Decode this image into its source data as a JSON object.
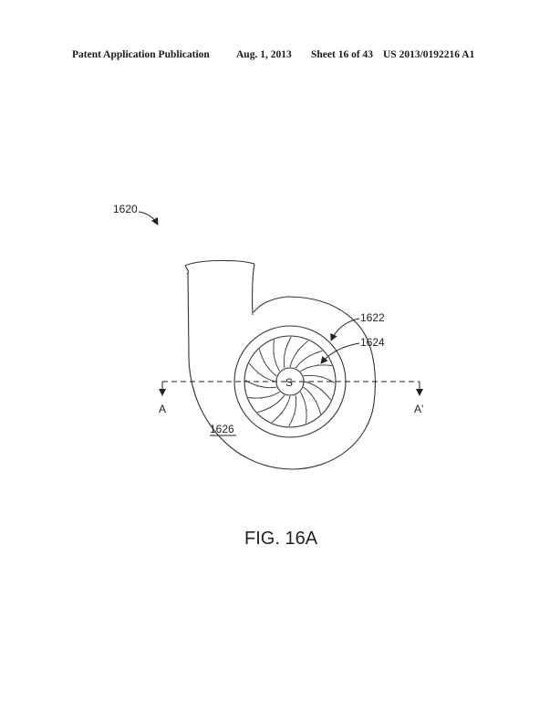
{
  "header": {
    "publication": "Patent Application Publication",
    "date": "Aug. 1, 2013",
    "sheet": "Sheet 16 of 43",
    "number": "US 2013/0192216 A1"
  },
  "labels": {
    "assembly": "1620",
    "rotor_ring": "1622",
    "blades": "1624",
    "housing": "1626",
    "hub": "S",
    "section_left": "A",
    "section_right": "A'"
  },
  "figure_caption": "FIG. 16A"
}
